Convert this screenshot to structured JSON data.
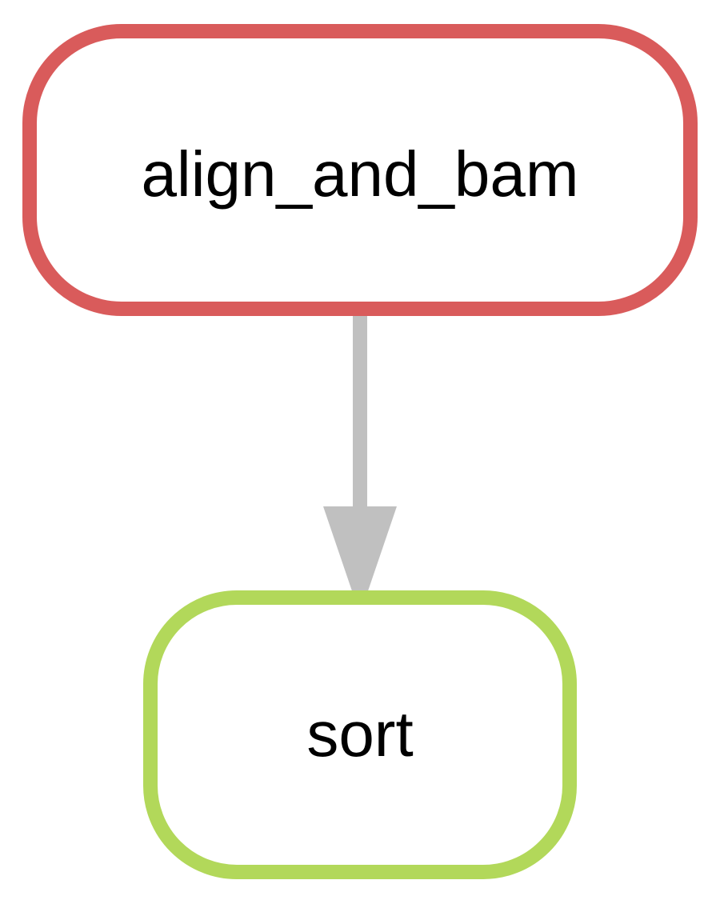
{
  "diagram": {
    "nodes": [
      {
        "id": "align_and_bam",
        "label": "align_and_bam",
        "color": "#d95b5b"
      },
      {
        "id": "sort",
        "label": "sort",
        "color": "#b2d85a"
      }
    ],
    "edges": [
      {
        "from": "align_and_bam",
        "to": "sort",
        "color": "#c0c0c0"
      }
    ]
  }
}
